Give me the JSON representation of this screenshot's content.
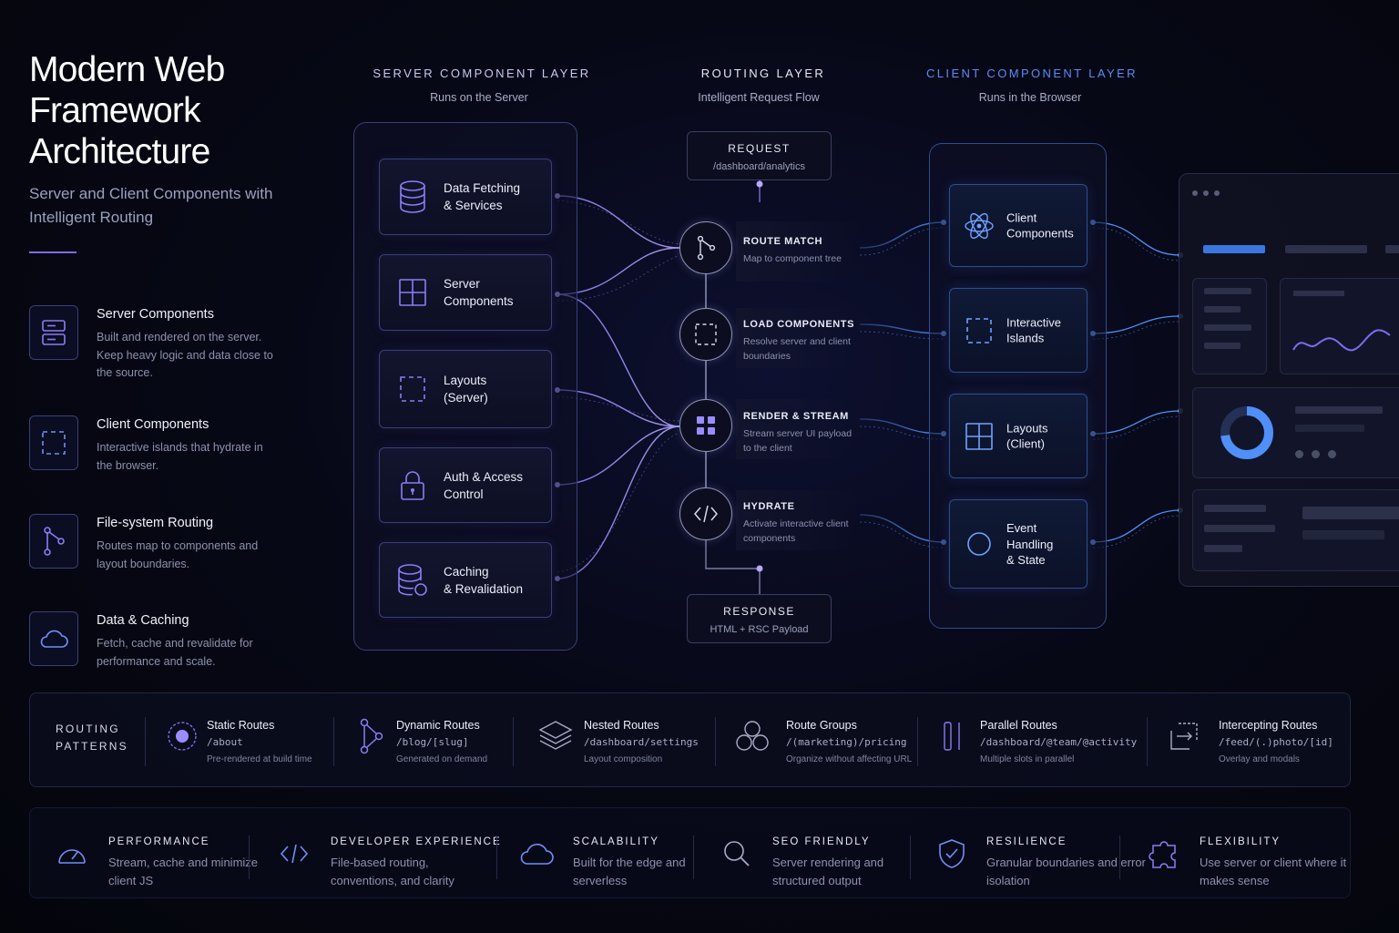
{
  "title": "Modern Web\nFramework\nArchitecture",
  "subtitle": "Server and Client Components with Intelligent Routing",
  "features": [
    {
      "icon": "server-icon",
      "title": "Server Components",
      "desc": "Built and rendered on the server. Keep heavy logic and data close to the source."
    },
    {
      "icon": "dashed-square-icon",
      "title": "Client Components",
      "desc": "Interactive islands that hydrate in the browser."
    },
    {
      "icon": "route-icon",
      "title": "File-system Routing",
      "desc": "Routes map to components and layout boundaries."
    },
    {
      "icon": "cloud-icon",
      "title": "Data & Caching",
      "desc": "Fetch, cache and revalidate for performance and scale."
    }
  ],
  "server_layer": {
    "heading": "SERVER COMPONENT LAYER",
    "sub": "Runs on the Server",
    "cards": [
      {
        "icon": "database-icon",
        "label": "Data Fetching\n& Services"
      },
      {
        "icon": "layout-grid-icon",
        "label": "Server\nComponents"
      },
      {
        "icon": "dashed-square-icon",
        "label": "Layouts\n(Server)"
      },
      {
        "icon": "lock-icon",
        "label": "Auth & Access\nControl"
      },
      {
        "icon": "database-refresh-icon",
        "label": "Caching\n& Revalidation"
      }
    ]
  },
  "routing_layer": {
    "heading": "ROUTING LAYER",
    "sub": "Intelligent Request Flow",
    "request": {
      "title": "REQUEST",
      "path": "/dashboard/analytics"
    },
    "steps": [
      {
        "icon": "route-icon",
        "title": "ROUTE MATCH",
        "desc": "Map to component tree"
      },
      {
        "icon": "dashed-square-icon",
        "title": "LOAD COMPONENTS",
        "desc": "Resolve server and client boundaries"
      },
      {
        "icon": "grid-icon",
        "title": "RENDER & STREAM",
        "desc": "Stream server UI payload to the client"
      },
      {
        "icon": "code-icon",
        "title": "HYDRATE",
        "desc": "Activate interactive client components"
      }
    ],
    "response": {
      "title": "RESPONSE",
      "desc": "HTML + RSC Payload"
    }
  },
  "client_layer": {
    "heading": "CLIENT COMPONENT LAYER",
    "sub": "Runs in the Browser",
    "cards": [
      {
        "icon": "react-atom-icon",
        "label": "Client\nComponents"
      },
      {
        "icon": "dashed-square-icon",
        "label": "Interactive\nIslands"
      },
      {
        "icon": "layout-grid-icon",
        "label": "Layouts\n(Client)"
      },
      {
        "icon": "circle-icon",
        "label": "Event Handling\n& State"
      }
    ]
  },
  "routing_patterns": {
    "label": "ROUTING\nPATTERNS",
    "items": [
      {
        "icon": "target-icon",
        "title": "Static Routes",
        "path": "/about",
        "desc": "Pre-rendered at build time"
      },
      {
        "icon": "route-icon",
        "title": "Dynamic Routes",
        "path": "/blog/[slug]",
        "desc": "Generated on demand"
      },
      {
        "icon": "layers-icon",
        "title": "Nested Routes",
        "path": "/dashboard/settings",
        "desc": "Layout composition"
      },
      {
        "icon": "group-icon",
        "title": "Route Groups",
        "path": "/(marketing)/pricing",
        "desc": "Organize without affecting URL"
      },
      {
        "icon": "parallel-icon",
        "title": "Parallel Routes",
        "path": "/dashboard/@team/@activity",
        "desc": "Multiple slots in parallel"
      },
      {
        "icon": "intercept-icon",
        "title": "Intercepting Routes",
        "path": "/feed/(.)photo/[id]",
        "desc": "Overlay and modals"
      }
    ]
  },
  "benefits": [
    {
      "icon": "gauge-icon",
      "title": "PERFORMANCE",
      "desc": "Stream, cache and minimize client JS"
    },
    {
      "icon": "code-icon",
      "title": "DEVELOPER EXPERIENCE",
      "desc": "File-based routing, conventions, and clarity"
    },
    {
      "icon": "cloud-icon",
      "title": "SCALABILITY",
      "desc": "Built for the edge and serverless"
    },
    {
      "icon": "search-icon",
      "title": "SEO FRIENDLY",
      "desc": "Server rendering and structured output"
    },
    {
      "icon": "shield-icon",
      "title": "RESILIENCE",
      "desc": "Granular boundaries and error isolation"
    },
    {
      "icon": "puzzle-icon",
      "title": "FLEXIBILITY",
      "desc": "Use server or client where it makes sense"
    }
  ],
  "colors": {
    "server_accent": "#8b7cf6",
    "client_accent": "#4f8ff7",
    "background": "#05060d"
  }
}
